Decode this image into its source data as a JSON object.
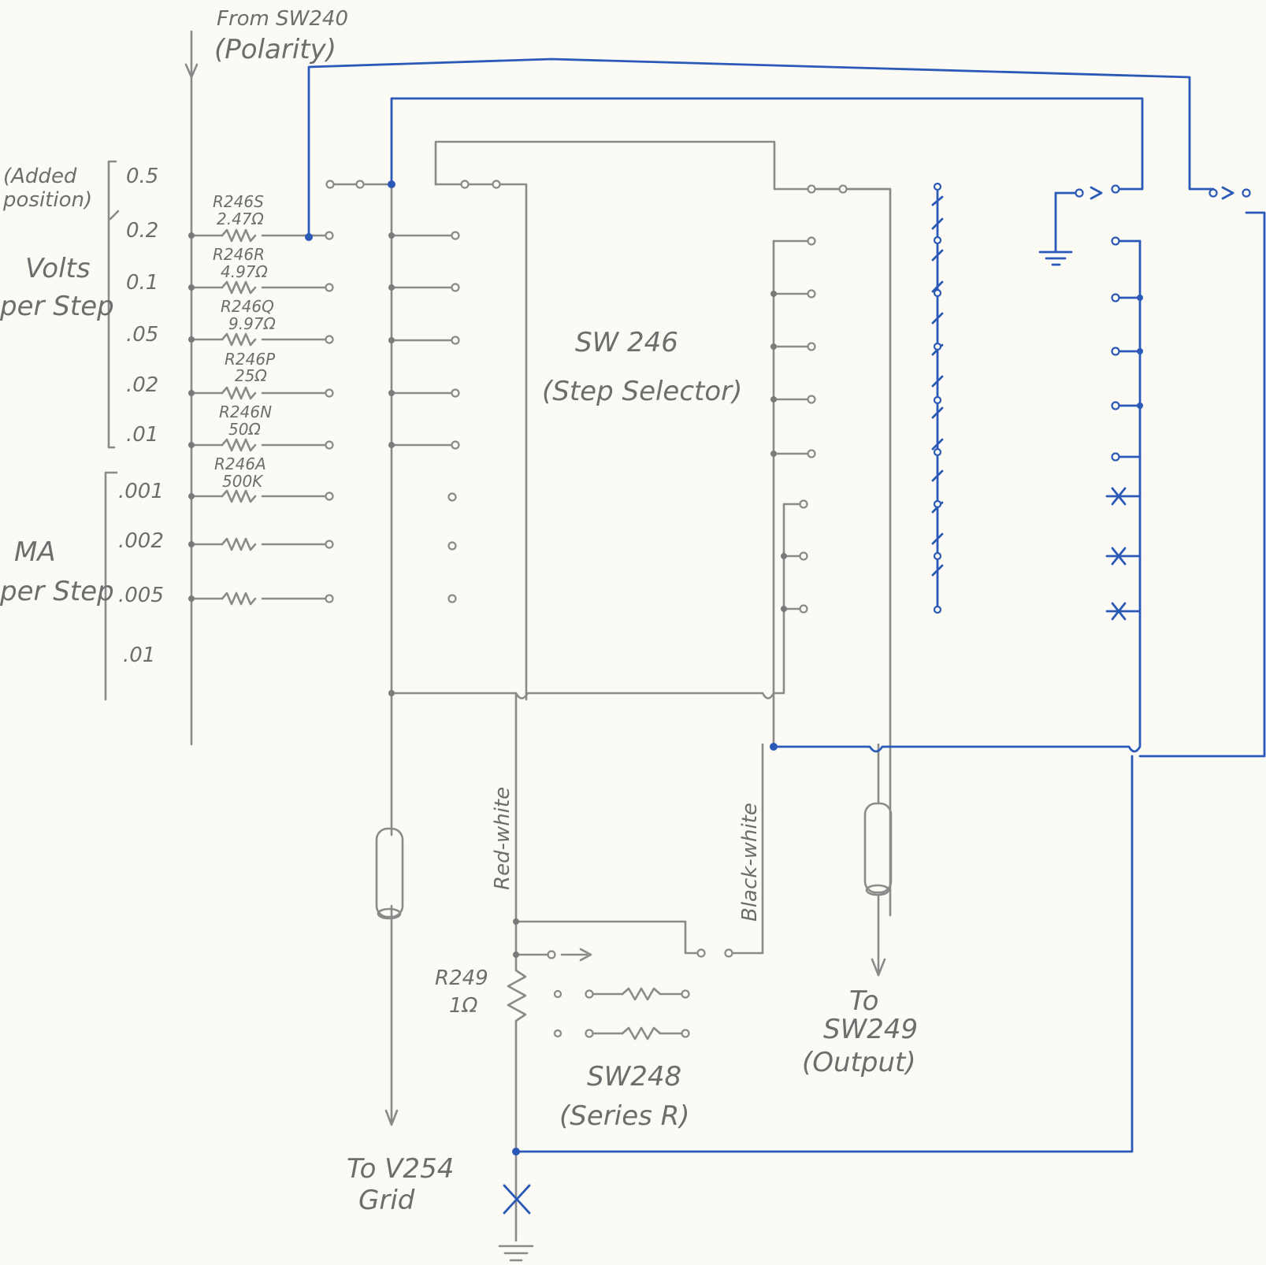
{
  "labels": {
    "from_sw240": "From SW240",
    "polarity": "(Polarity)",
    "added": "(Added",
    "position": "position)",
    "volts": "Volts",
    "per_step_v": "per Step",
    "ma": "MA",
    "per_step_ma": "per Step",
    "sw246": "SW 246",
    "step_selector": "(Step Selector)",
    "red_white": "Red-white",
    "black_white": "Black-white",
    "r249": "R249",
    "r249_val": "1Ω",
    "sw248": "SW248",
    "series_r": "(Series R)",
    "to_sw249": "To",
    "sw249": "SW249",
    "output": "(Output)",
    "to_v254": "To V254",
    "grid": "Grid"
  },
  "steps": [
    "0.5",
    "0.2",
    "0.1",
    ".05",
    ".02",
    ".01",
    ".001",
    ".002",
    ".005",
    ".01"
  ],
  "resistors": [
    {
      "name": "R246S",
      "value": "2.47Ω"
    },
    {
      "name": "R246R",
      "value": "4.97Ω"
    },
    {
      "name": "R246Q",
      "value": "9.97Ω"
    },
    {
      "name": "R246P",
      "value": "25Ω"
    },
    {
      "name": "R246N",
      "value": "50Ω"
    },
    {
      "name": "R246A",
      "value": "500K"
    }
  ],
  "colors": {
    "pencil": "#8a8a8a",
    "ink": "#2b59b8",
    "paper": "#fbfaf4"
  }
}
